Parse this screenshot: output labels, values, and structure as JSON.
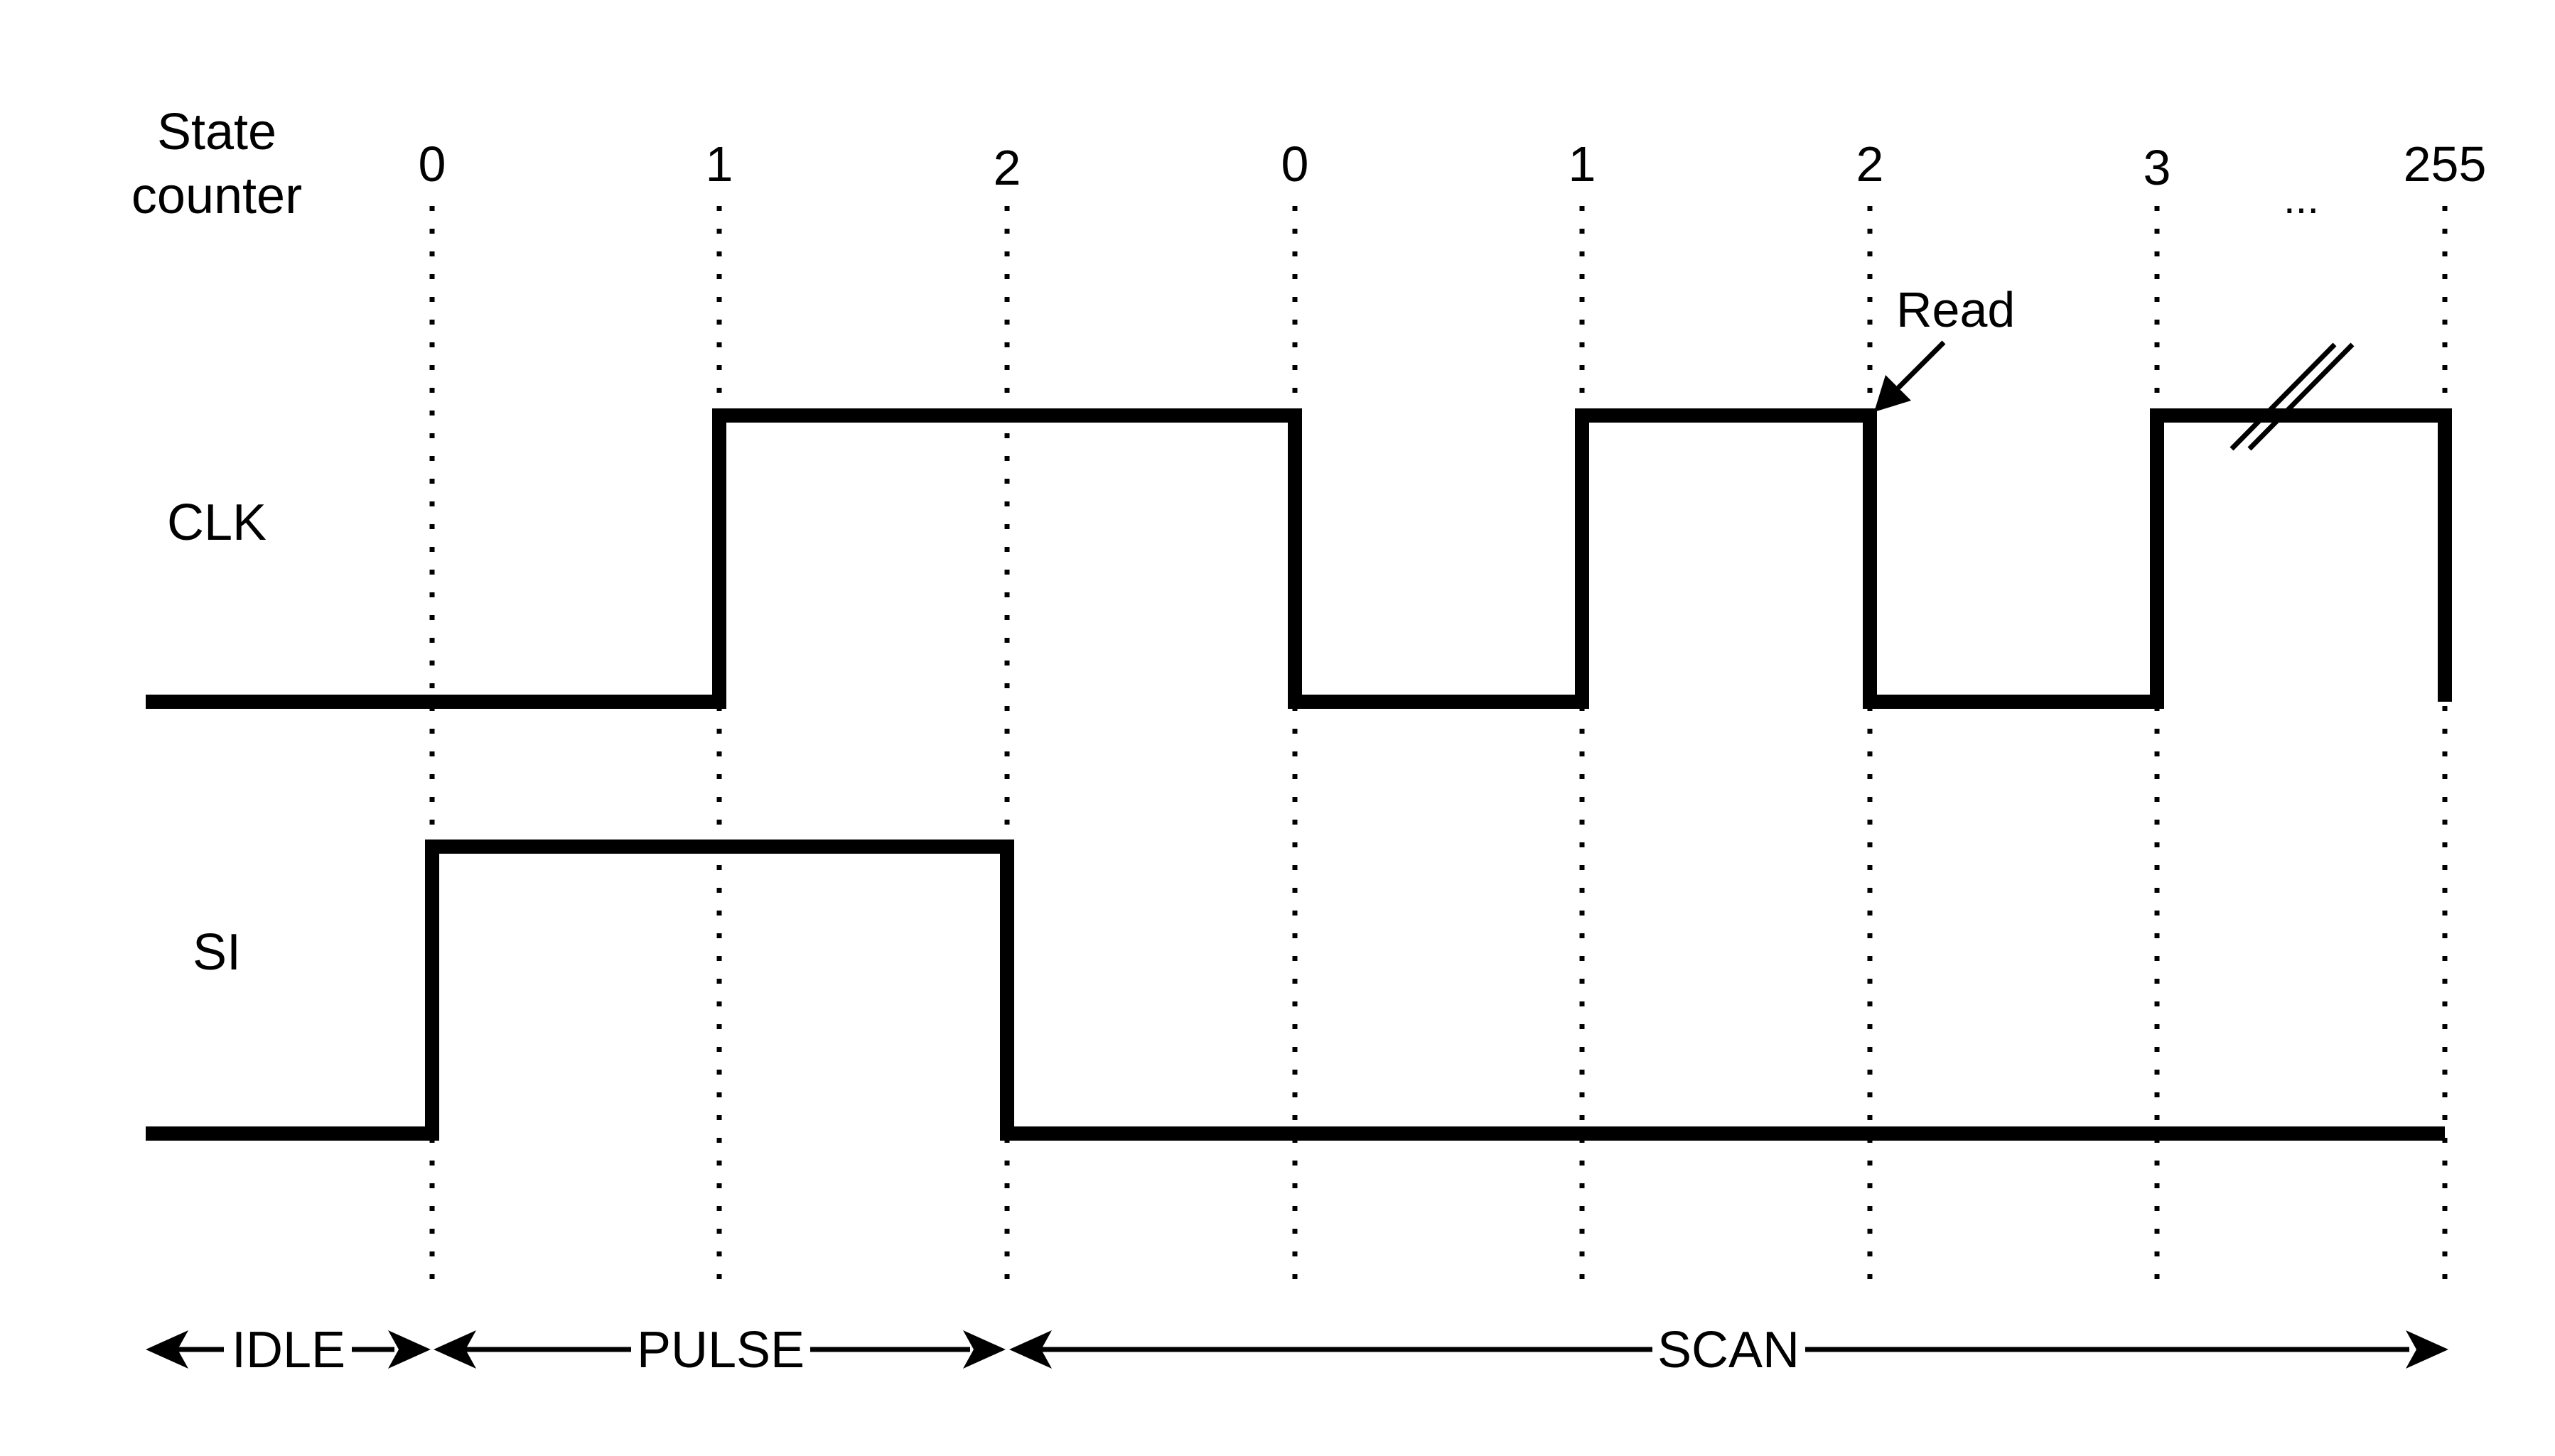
{
  "labels": {
    "state_counter_line1": "State",
    "state_counter_line2": "counter",
    "clk": "CLK",
    "si": "SI",
    "read": "Read",
    "ellipsis": "..."
  },
  "ticks": [
    "0",
    "1",
    "2",
    "0",
    "1",
    "2",
    "3",
    "255"
  ],
  "phases": [
    "IDLE",
    "PULSE",
    "SCAN"
  ],
  "signals": {
    "clk": [
      {
        "from": -1,
        "to": 1,
        "level": 0
      },
      {
        "from": 1,
        "to": 3,
        "level": 1
      },
      {
        "from": 3,
        "to": 4,
        "level": 0
      },
      {
        "from": 4,
        "to": 5,
        "level": 1
      },
      {
        "from": 5,
        "to": 6,
        "level": 0
      },
      {
        "from": 6,
        "to": 7,
        "level": 1
      },
      {
        "from": 7,
        "to": 7,
        "level": 0
      }
    ],
    "si": [
      {
        "from": -1,
        "to": 0,
        "level": 0
      },
      {
        "from": 0,
        "to": 2,
        "level": 1
      },
      {
        "from": 2,
        "to": 7,
        "level": 0
      }
    ]
  },
  "colors": {
    "ink": "#000000",
    "background": "#ffffff"
  }
}
